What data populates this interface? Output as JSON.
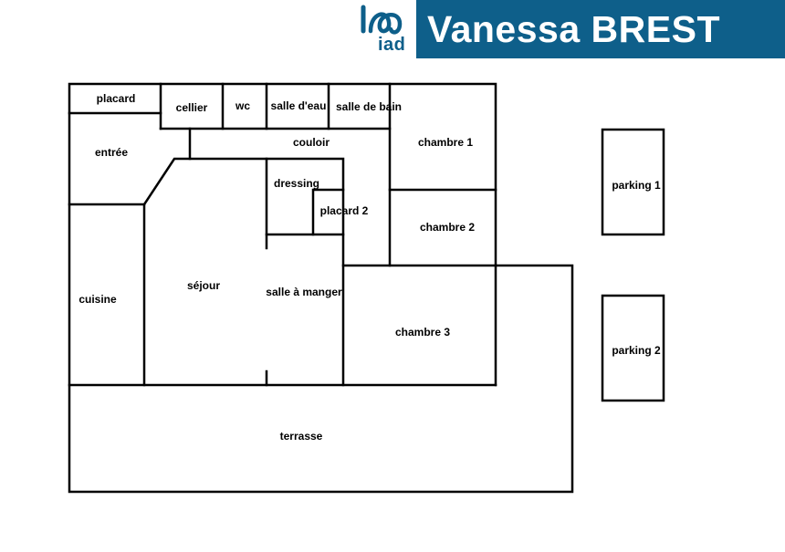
{
  "header": {
    "agent_name": "Vanessa BREST",
    "logo_text": "iad",
    "brand_color": "#0e5f8a",
    "logo_icon": "iad-swirl-logo"
  },
  "plan": {
    "rooms": {
      "placard": "placard",
      "cellier": "cellier",
      "wc": "wc",
      "salle_eau": "salle d'eau",
      "salle_bain": "salle de bain",
      "entree": "entrée",
      "couloir": "couloir",
      "chambre_1": "chambre 1",
      "dressing": "dressing",
      "placard_2": "placard 2",
      "chambre_2": "chambre 2",
      "cuisine": "cuisine",
      "sejour": "séjour",
      "salle_manger": "salle à manger",
      "chambre_3": "chambre 3",
      "terrasse": "terrasse",
      "parking_1": "parking 1",
      "parking_2": "parking 2"
    }
  }
}
